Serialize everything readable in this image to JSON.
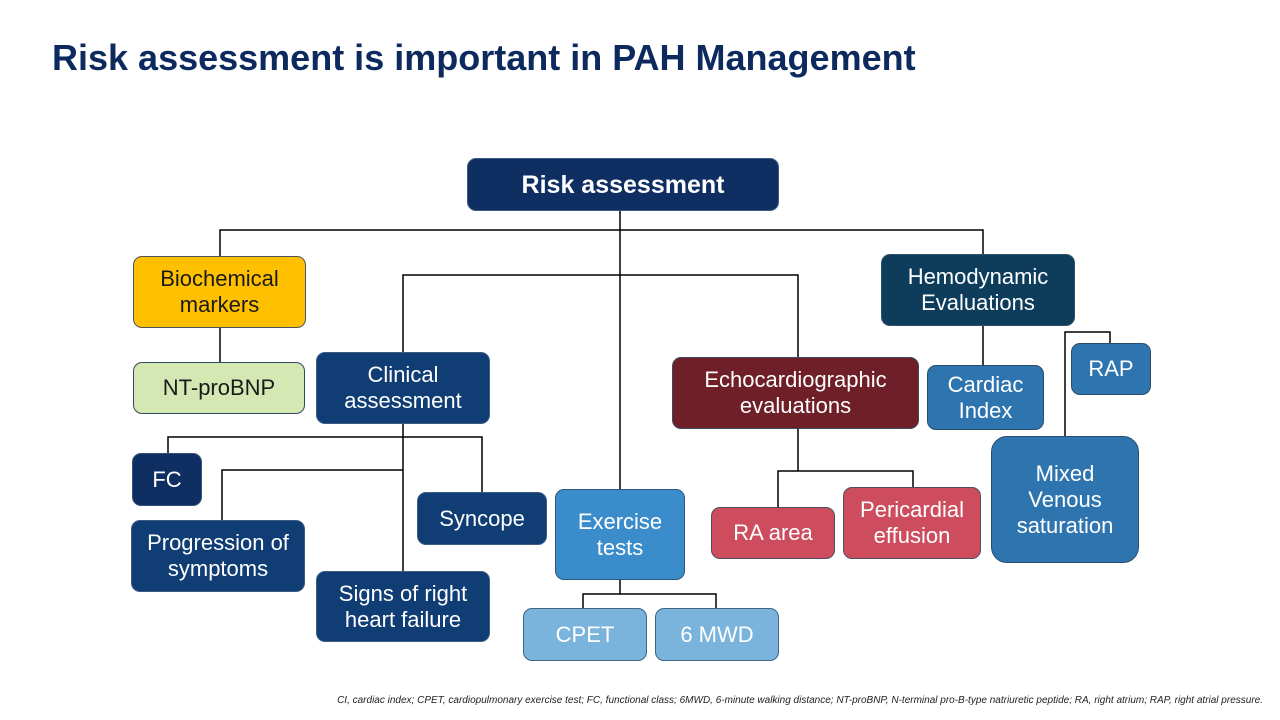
{
  "title": "Risk assessment is important in PAH Management",
  "nodes": {
    "root": "Risk assessment",
    "biochemical": "Biochemical markers",
    "ntprobnp": "NT-proBNP",
    "clinical": "Clinical assessment",
    "fc": "FC",
    "progression": "Progression of symptoms",
    "syncope": "Syncope",
    "right_heart": "Signs of right heart failure",
    "exercise": "Exercise tests",
    "cpet": "CPET",
    "mwd": "6 MWD",
    "echo": "Echocardiographic evaluations",
    "ra_area": "RA area",
    "pericardial": "Pericardial effusion",
    "hemodynamic": "Hemodynamic Evaluations",
    "cardiac_index": "Cardiac Index",
    "rap": "RAP",
    "mixed_venous": "Mixed Venous saturation"
  },
  "footnote": "CI, cardiac index; CPET, cardiopulmonary exercise test; FC, functional class; 6MWD, 6-minute walking distance; NT-proBNP, N-terminal pro-B-type natriuretic peptide; RA, right atrium; RAP, right atrial pressure.",
  "colors": {
    "title": "#0d2a5e",
    "root": "#0f2e62",
    "biochemical": "#ffc000",
    "ntprobnp": "#d5e8b4",
    "clinical": "#0f3d74",
    "hemodynamic": "#0e3d5b",
    "echo": "#6e1f27",
    "echo_children": "#cd4d5e",
    "hemodynamic_children": "#2e75b0",
    "exercise": "#3a8ccb",
    "exercise_children": "#7ab3dc"
  }
}
